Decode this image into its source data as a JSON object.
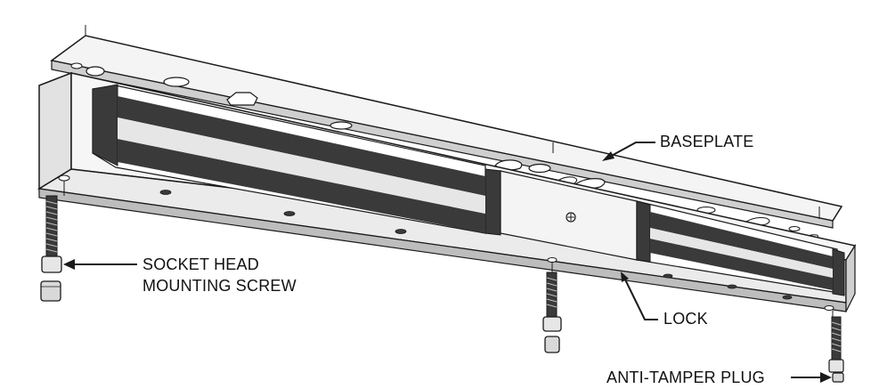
{
  "labels": {
    "baseplate": "BASEPLATE",
    "socket_head_line1": "SOCKET HEAD",
    "socket_head_line2": "MOUNTING SCREW",
    "lock": "LOCK",
    "anti_tamper": "ANTI-TAMPER PLUG"
  },
  "colors": {
    "outline": "#1a1a1a",
    "face_light": "#f2f2f2",
    "face_mid": "#d9d9d9",
    "face_dark": "#a8a8a8",
    "armature_dark": "#3a3a3a"
  }
}
